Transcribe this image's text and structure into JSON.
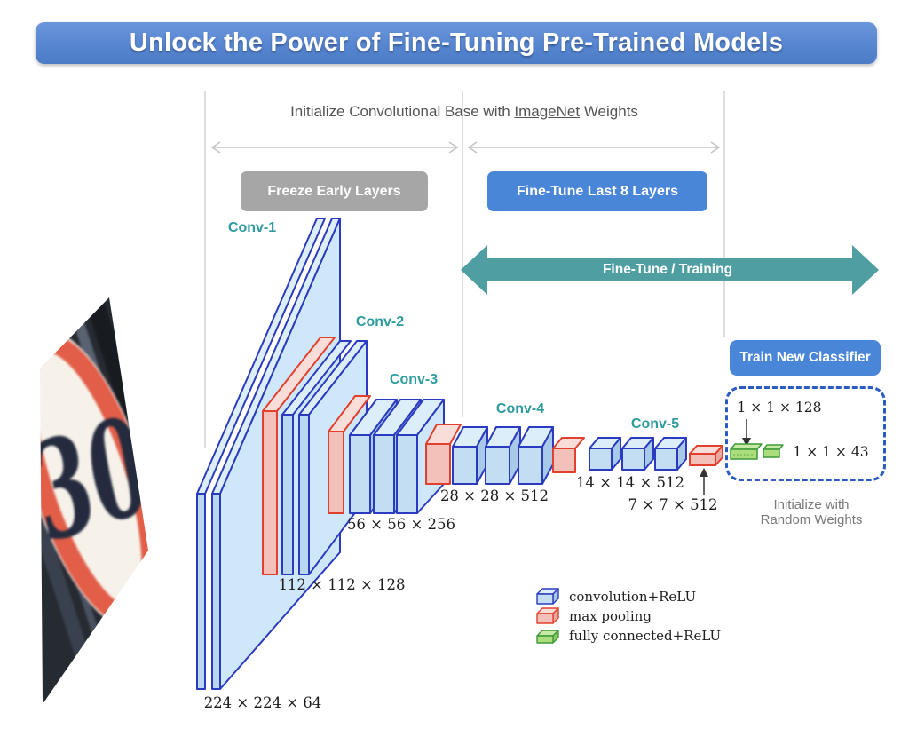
{
  "banner": {
    "title": "Unlock the Power of Fine-Tuning Pre-Trained Models"
  },
  "annotations": {
    "caption_pre": "Initialize Convolutional Base with ",
    "caption_link": "ImageNet",
    "caption_post": " Weights",
    "freeze_label": "Freeze Early Layers",
    "finetune_label": "Fine-Tune Last 8 Layers",
    "training_arrow_label": "Fine-Tune / Training",
    "train_classifier_label": "Train New Classifier",
    "init_weights_line1": "Initialize with",
    "init_weights_line2": "Random Weights"
  },
  "input_image": {
    "sign_text": "30"
  },
  "network": {
    "stages": [
      {
        "name": "Conv-1",
        "dims": "224 × 224 × 64"
      },
      {
        "name": "Conv-2",
        "dims": "112 × 112 × 128"
      },
      {
        "name": "Conv-3",
        "dims": "56 × 56 × 256"
      },
      {
        "name": "Conv-4",
        "dims": "28 × 28 × 512"
      },
      {
        "name": "Conv-5",
        "dims": "14 × 14 × 512"
      }
    ],
    "pool_output_dims": "7 × 7 × 512",
    "classifier": {
      "input_dims": "1 × 1 × 128",
      "output_dims": "1 × 1 × 43"
    }
  },
  "legend": {
    "items": [
      {
        "icon": "convolution-box-icon",
        "label": "convolution+ReLU"
      },
      {
        "icon": "max-pooling-box-icon",
        "label": "max pooling"
      },
      {
        "icon": "fully-connected-box-icon",
        "label": "fully connected+ReLU"
      }
    ]
  },
  "colors": {
    "banner_blue": "#5b8bd3",
    "button_blue": "#4a86d8",
    "freeze_gray": "#a6a6a6",
    "teal_arrow": "#4f9fa2",
    "conv_label_teal": "#2e9b9e",
    "conv_fill": "#cfe7fa",
    "pool_fill": "#f3c0ba",
    "fc_fill": "#abdd7c"
  }
}
